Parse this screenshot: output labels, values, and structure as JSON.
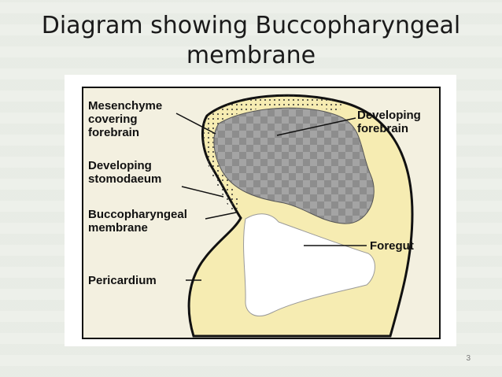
{
  "slide": {
    "title_line1": "Diagram showing Buccopharyngeal",
    "title_line2": "membrane",
    "page_number": "3"
  },
  "diagram": {
    "labels": {
      "mesenchyme_line1": "Mesenchyme",
      "mesenchyme_line2": "covering",
      "mesenchyme_line3": "forebrain",
      "forebrain_line1": "Developing",
      "forebrain_line2": "forebrain",
      "stomodaeum_line1": "Developing",
      "stomodaeum_line2": "stomodaeum",
      "bucco_line1": "Buccopharyngeal",
      "bucco_line2": "membrane",
      "foregut": "Foregut",
      "pericardium": "Pericardium"
    },
    "colors": {
      "embryo_fill": "#f6ecb2",
      "forebrain_fill": "#8f8f8f",
      "background": "#f3f0e0",
      "outline": "#111111"
    }
  }
}
